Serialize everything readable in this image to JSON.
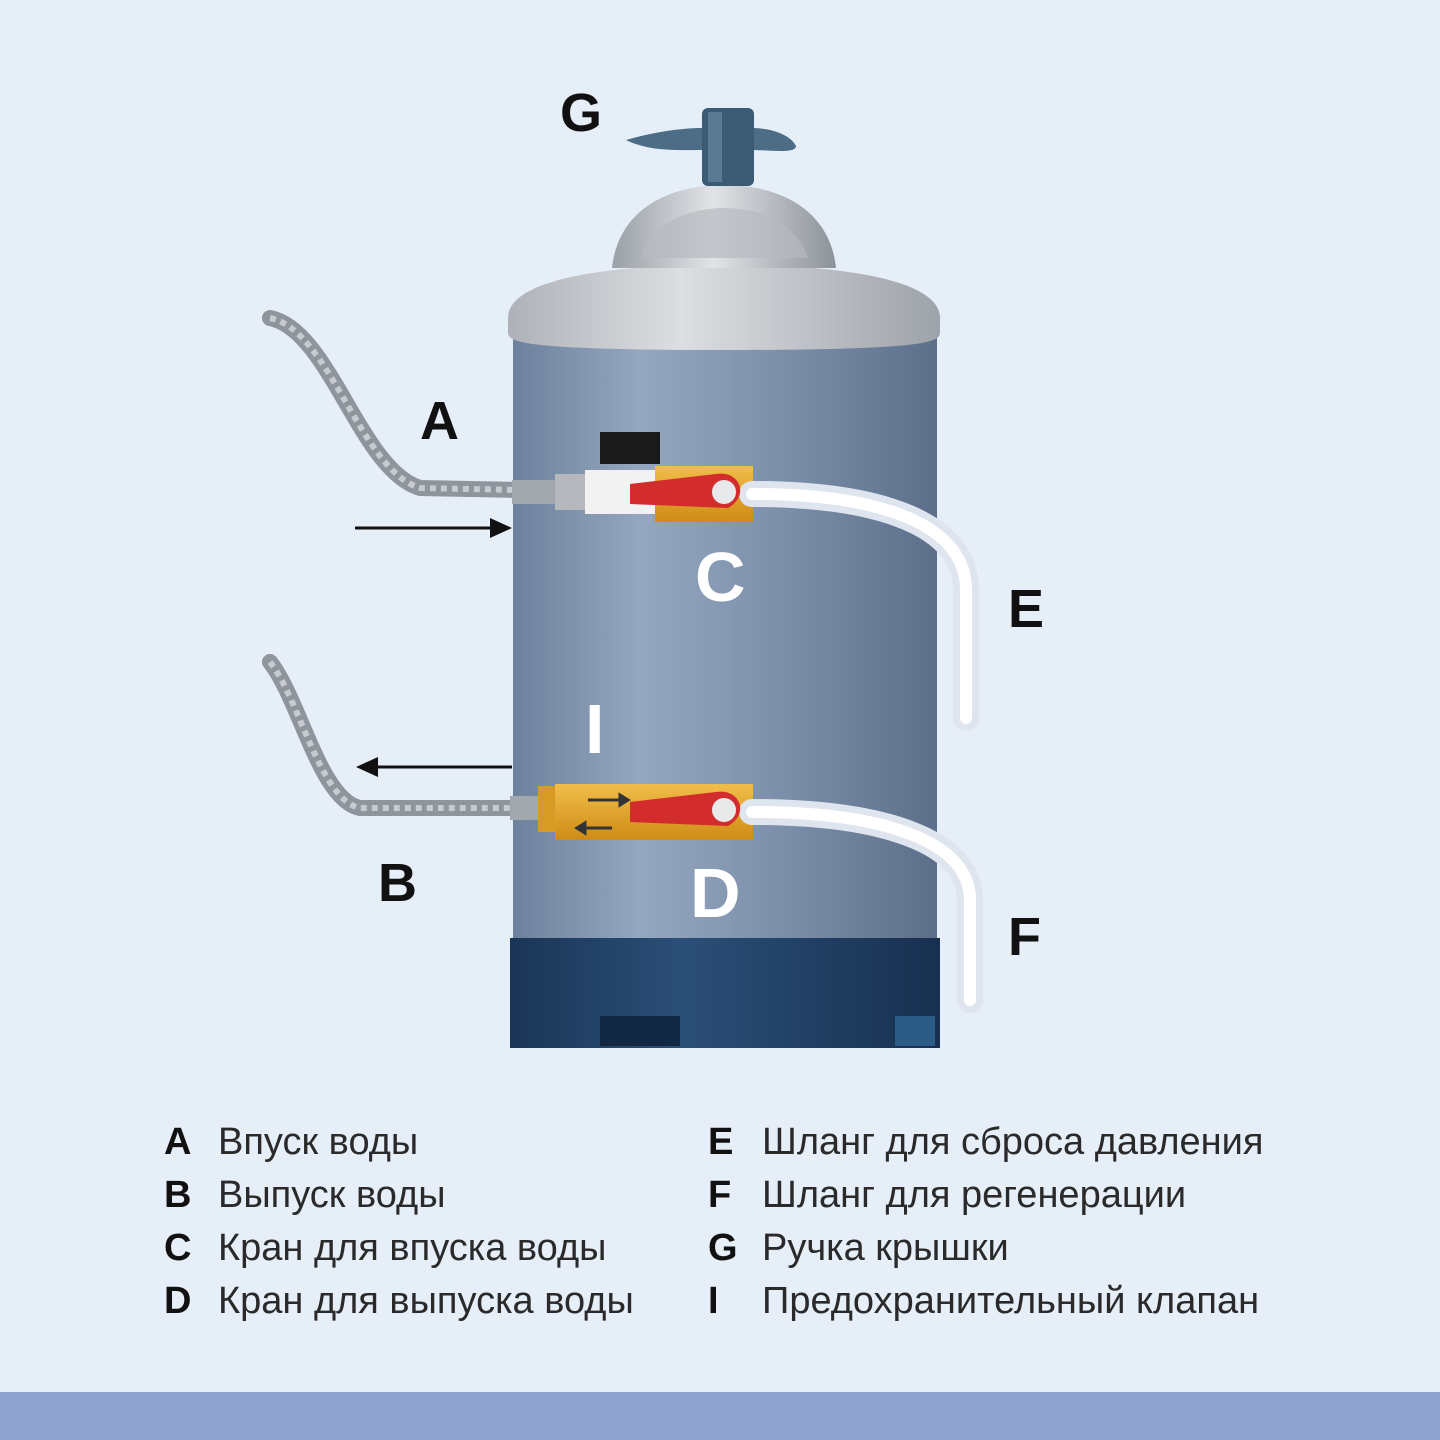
{
  "callouts": {
    "A": "A",
    "B": "B",
    "C": "C",
    "D": "D",
    "E": "E",
    "F": "F",
    "G": "G",
    "I": "I"
  },
  "legend": {
    "left": [
      {
        "key": "A",
        "text": "Впуск воды"
      },
      {
        "key": "B",
        "text": "Выпуск воды"
      },
      {
        "key": "C",
        "text": "Кран для впуска воды"
      },
      {
        "key": "D",
        "text": "Кран для выпуска воды"
      }
    ],
    "right": [
      {
        "key": "E",
        "text": "Шланг для сброса давления"
      },
      {
        "key": "F",
        "text": "Шланг для регенерации"
      },
      {
        "key": "G",
        "text": "Ручка крышки"
      },
      {
        "key": "I",
        "text": "Предохранительный клапан"
      }
    ]
  },
  "colors": {
    "background": "#e6eef8",
    "tank_body": "#7f93ad",
    "tank_base": "#1f3f63",
    "lid": "#c9ccd1",
    "valve_body": "#e6a525",
    "valve_handle": "#d22c2c",
    "hose": "#f4f7fb",
    "bottom_band": "#8ea3cf"
  },
  "icons": {
    "inlet_arrow": "arrow-right-icon",
    "outlet_arrow": "arrow-left-icon"
  }
}
